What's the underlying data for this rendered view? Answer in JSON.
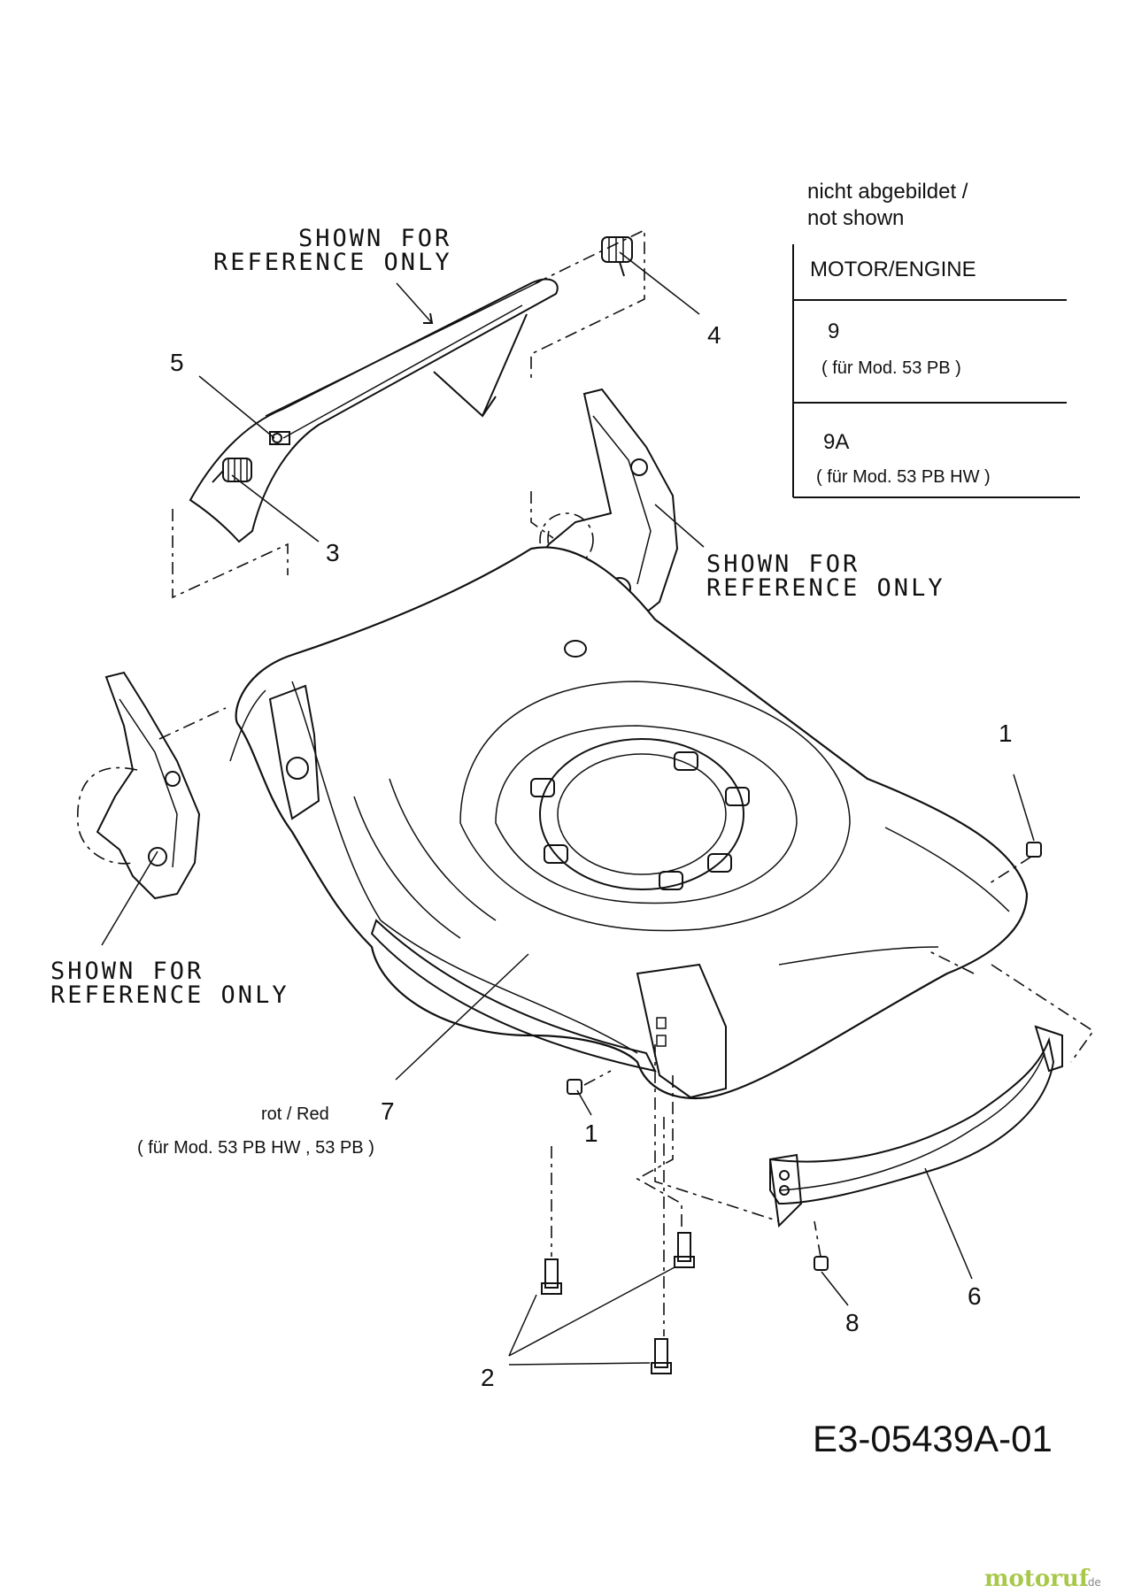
{
  "not_shown_box": {
    "heading_line1": "nicht abgebildet /",
    "heading_line2": "not shown",
    "rows": [
      {
        "label": "MOTOR/ENGINE"
      },
      {
        "label": "9",
        "note": "( für Mod.  53 PB )"
      },
      {
        "label": "9A",
        "note": "( für Mod.  53 PB HW  )"
      }
    ]
  },
  "reference_notes": {
    "top_left": {
      "line1": "SHOWN FOR",
      "line2": "REFERENCE ONLY"
    },
    "top_right": {
      "line1": "SHOWN FOR",
      "line2": "REFERENCE ONLY"
    },
    "left": {
      "line1": "SHOWN FOR",
      "line2": "REFERENCE ONLY"
    }
  },
  "callouts": {
    "c1a": "1",
    "c1b": "1",
    "c2": "2",
    "c3": "3",
    "c4": "4",
    "c5": "5",
    "c6": "6",
    "c7": "7",
    "c8": "8"
  },
  "part7_note": {
    "color": "rot / Red",
    "models": "( für Mod.  53 PB HW , 53 PB )"
  },
  "diagram_id": "E3-05439A-01",
  "watermark": "motoruf.de"
}
